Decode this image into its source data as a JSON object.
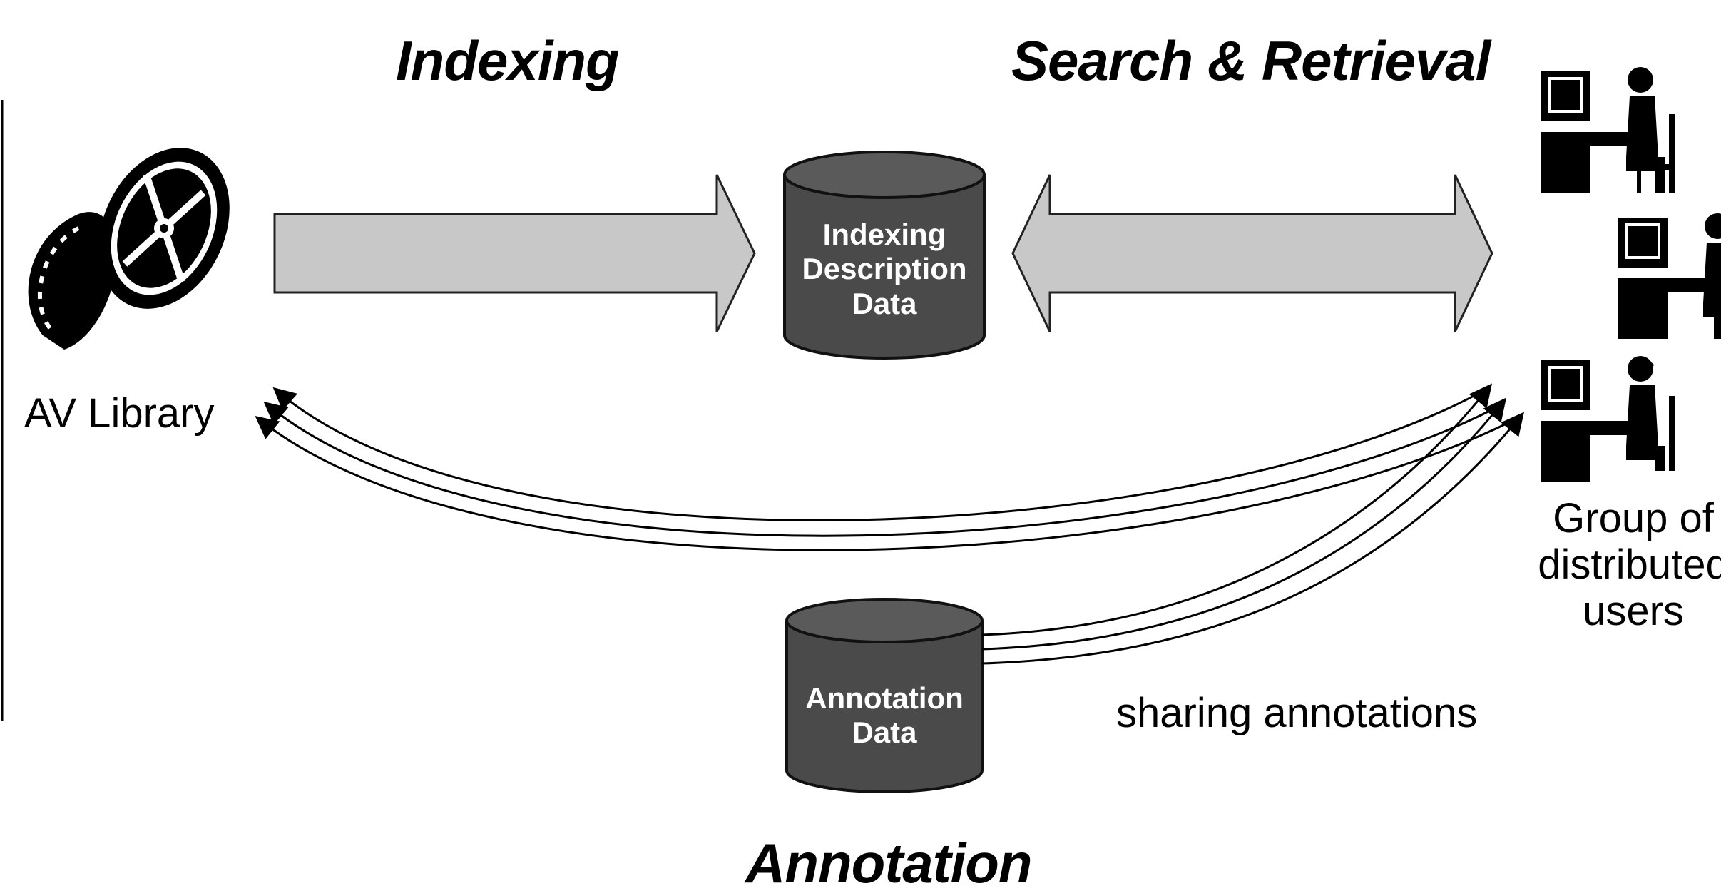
{
  "headings": {
    "indexing": "Indexing",
    "search_retrieval": "Search & Retrieval",
    "annotation": "Annotation"
  },
  "labels": {
    "av_library": "AV Library",
    "users_line1": "Group of",
    "users_line2": "distributed",
    "users_line3": "users",
    "sharing": "sharing annotations"
  },
  "databases": {
    "index_line1": "Indexing",
    "index_line2": "Description",
    "index_line3": "Data",
    "annot_line1": "Annotation",
    "annot_line2": "Data"
  },
  "colors": {
    "arrow_fill": "#c8c8c8",
    "db_fill": "#4a4a4a",
    "db_top": "#5a5a5a",
    "ink": "#000000"
  },
  "icons": [
    "film-reel-icon",
    "user-at-computer-icon"
  ]
}
